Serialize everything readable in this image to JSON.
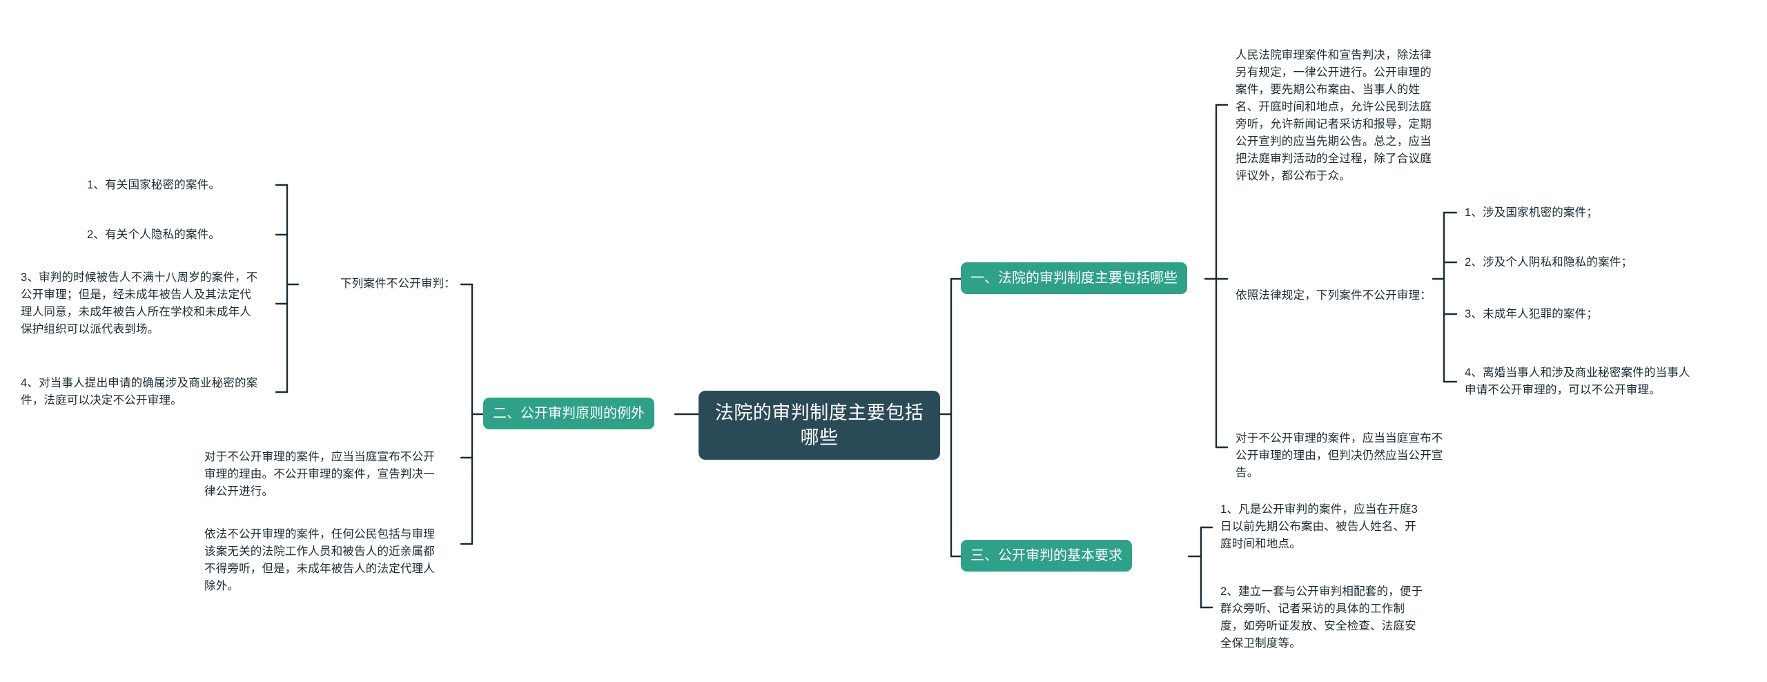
{
  "meta": {
    "title": "法院的审判制度主要包括哪些",
    "colors": {
      "root_bg": "#2b4a58",
      "branch_bg": "#2fa189",
      "text": "#1d2b33",
      "line": "#1b2b36",
      "canvas_bg": "#ffffff"
    }
  },
  "root": {
    "label": "法院的审判制度主要包括哪些"
  },
  "branches": {
    "b1": {
      "label": "一、法院的审判制度主要包括哪些",
      "children": {
        "c1": {
          "label": "人民法院审理案件和宣告判决，除法律另有规定，一律公开进行。公开审理的案件，要先期公布案由、当事人的姓名、开庭时间和地点，允许公民到法庭旁听，允许新闻记者采访和报导，定期公开宣判的应当先期公告。总之，应当把法庭审判活动的全过程，除了合议庭评议外，都公布于众。"
        },
        "c2": {
          "label": "依照法律规定，下列案件不公开审理：",
          "children": [
            {
              "label": "1、涉及国家机密的案件；"
            },
            {
              "label": "2、涉及个人阴私和隐私的案件；"
            },
            {
              "label": "3、未成年人犯罪的案件；"
            },
            {
              "label": "4、离婚当事人和涉及商业秘密案件的当事人申请不公开审理的，可以不公开审理。"
            }
          ]
        },
        "c3": {
          "label": "对于不公开审理的案件，应当当庭宣布不公开审理的理由，但判决仍然应当公开宣告。"
        }
      }
    },
    "b2": {
      "label": "二、公开审判原则的例外",
      "children": {
        "c1": {
          "label": "下列案件不公开审判：",
          "children": [
            {
              "label": "1、有关国家秘密的案件。"
            },
            {
              "label": "2、有关个人隐私的案件。"
            },
            {
              "label": "3、审判的时候被告人不满十八周岁的案件，不公开审理；但是，经未成年被告人及其法定代理人同意，未成年被告人所在学校和未成年人保护组织可以派代表到场。"
            },
            {
              "label": "4、对当事人提出申请的确属涉及商业秘密的案件，法庭可以决定不公开审理。"
            }
          ]
        },
        "c2": {
          "label": "对于不公开审理的案件，应当当庭宣布不公开审理的理由。不公开审理的案件，宣告判决一律公开进行。"
        },
        "c3": {
          "label": "依法不公开审理的案件，任何公民包括与审理该案无关的法院工作人员和被告人的近亲属都不得旁听，但是，未成年被告人的法定代理人除外。"
        }
      }
    },
    "b3": {
      "label": "三、公开审判的基本要求",
      "children": [
        {
          "label": "1、凡是公开审判的案件，应当在开庭3日以前先期公布案由、被告人姓名、开庭时间和地点。"
        },
        {
          "label": "2、建立一套与公开审判相配套的，便于群众旁听、记者采访的具体的工作制度，如旁听证发放、安全检查、法庭安全保卫制度等。"
        }
      ]
    }
  }
}
